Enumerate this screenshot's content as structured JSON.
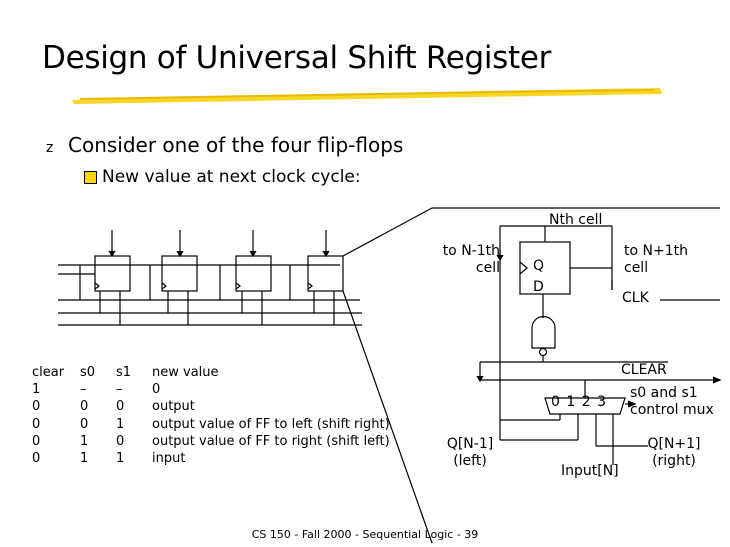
{
  "slide": {
    "title": "Design of Universal Shift Register",
    "bullet1": "Consider one of the four flip-flops",
    "bullet2": "New value at next clock cycle:",
    "footer": "CS 150 - Fall 2000 - Sequential Logic - 39"
  },
  "table": {
    "headers": [
      "clear",
      "s0",
      "s1",
      "new value"
    ],
    "rows": [
      [
        "1",
        "–",
        "–",
        "0"
      ],
      [
        "0",
        "0",
        "0",
        "output"
      ],
      [
        "0",
        "0",
        "1",
        "output value of FF to left (shift right)"
      ],
      [
        "0",
        "1",
        "0",
        "output value of FF to right (shift left)"
      ],
      [
        "0",
        "1",
        "1",
        "input"
      ]
    ]
  },
  "diagram": {
    "nth_cell": "Nth cell",
    "to_prev_line1": "to N-1th",
    "to_prev_line2": "cell",
    "to_next_line1": "to N+1th",
    "to_next_line2": "cell",
    "q": "Q",
    "d": "D",
    "clk": "CLK",
    "clear": "CLEAR",
    "mux_inputs": "0  1  2  3",
    "mux_label_line1": "s0 and s1",
    "mux_label_line2": "control mux",
    "q_prev_line1": "Q[N-1]",
    "q_prev_line2": "(left)",
    "q_next_line1": "Q[N+1]",
    "q_next_line2": "(right)",
    "input": "Input[N]"
  },
  "colors": {
    "highlight": "#f5d000",
    "bullet_box": "#ffd500"
  }
}
